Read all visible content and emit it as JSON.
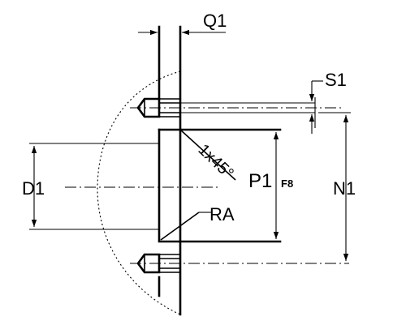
{
  "labels": {
    "q1": "Q1",
    "s1": "S1",
    "d1": "D1",
    "p1": "P1",
    "p1_tolerance": "F8",
    "n1": "N1",
    "chamfer": "1x45°",
    "radius": "RA"
  }
}
